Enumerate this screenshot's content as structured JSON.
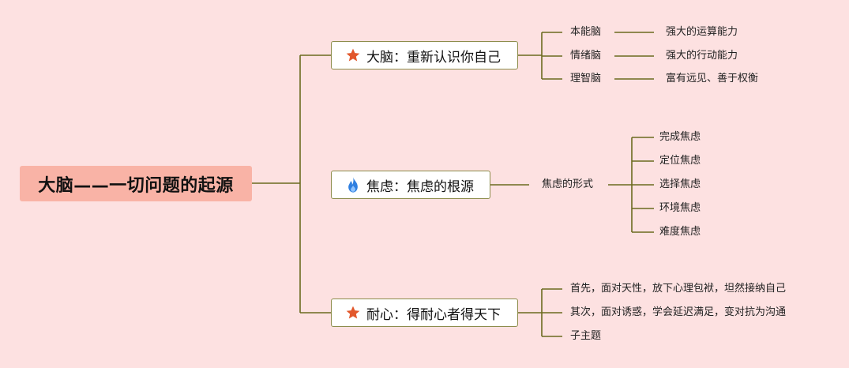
{
  "root": {
    "label": "大脑——一切问题的起源"
  },
  "branches": [
    {
      "label": "大脑：重新认识你自己",
      "icon": "star-icon",
      "children": [
        {
          "label": "本能脑",
          "child": "强大的运算能力"
        },
        {
          "label": "情绪脑",
          "child": "强大的行动能力"
        },
        {
          "label": "理智脑",
          "child": "富有远见、善于权衡"
        }
      ]
    },
    {
      "label": "焦虑：焦虑的根源",
      "icon": "fire-icon",
      "sub": {
        "label": "焦虑的形式",
        "children": [
          "完成焦虑",
          "定位焦虑",
          "选择焦虑",
          "环境焦虑",
          "难度焦虑"
        ]
      }
    },
    {
      "label": "耐心：得耐心者得天下",
      "icon": "star-icon",
      "children": [
        "首先，面对天性，放下心理包袱，坦然接纳自己",
        "其次，面对诱惑，学会延迟满足，变对抗为沟通",
        "子主题"
      ]
    }
  ],
  "colors": {
    "background": "#fde1e1",
    "root_fill": "#f9b3a6",
    "line": "#6b6b1f",
    "star": "#e2572b",
    "fire": "#2f7fe0"
  }
}
